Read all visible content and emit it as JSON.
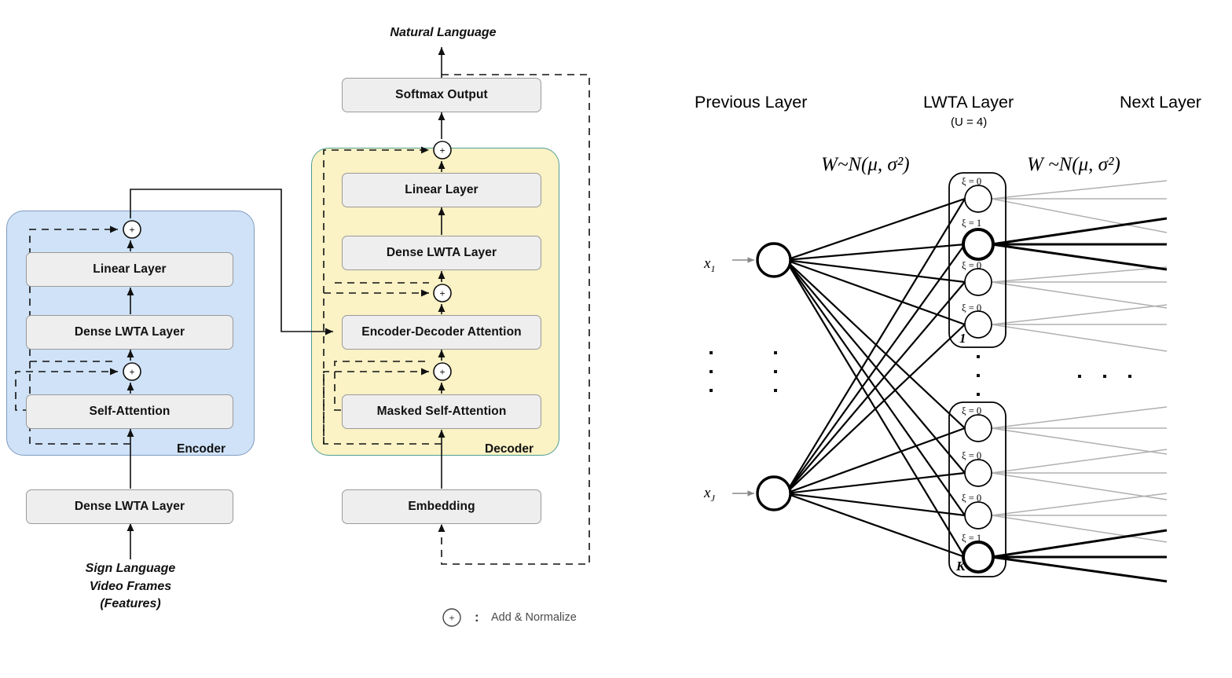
{
  "left_diagram": {
    "title_top": "Natural Language",
    "input_label": "Sign Language\nVideo Frames\n(Features)",
    "input_label_lines": [
      "Sign Language",
      "Video Frames",
      "(Features)"
    ],
    "encoder": {
      "panel_label": "Encoder",
      "panel_color": "#cfe2f7",
      "blocks": [
        {
          "label": "Linear Layer"
        },
        {
          "label": "Dense LWTA Layer"
        },
        {
          "label": "Self-Attention"
        }
      ]
    },
    "decoder": {
      "panel_label": "Decoder",
      "panel_color": "#fbf2c5",
      "blocks": [
        {
          "label": "Linear Layer"
        },
        {
          "label": "Dense LWTA Layer"
        },
        {
          "label": "Encoder-Decoder Attention"
        },
        {
          "label": "Masked Self-Attention"
        }
      ]
    },
    "outside_blocks": {
      "encoder_input": "Dense LWTA Layer",
      "decoder_input": "Embedding",
      "decoder_output": "Softmax Output"
    },
    "legend": {
      "symbol": "+",
      "separator": ":",
      "text": "Add & Normalize"
    }
  },
  "right_diagram": {
    "headers": [
      {
        "label": "Previous Layer",
        "sub": ""
      },
      {
        "label": "LWTA Layer",
        "sub": "(U = 4)"
      },
      {
        "label": "Next Layer",
        "sub": ""
      }
    ],
    "weight_labels": [
      "W~N(μ, σ²)",
      "W ~N(μ, σ²)"
    ],
    "inputs": [
      {
        "label": "x",
        "sub": "1"
      },
      {
        "label": "x",
        "sub": "J"
      }
    ],
    "input_vertical_dots": 3,
    "block_gap_dots": 3,
    "next_layer_dots": 3,
    "lwta_blocks": [
      {
        "name": "1",
        "units": [
          {
            "xi_label": "ξ = 0",
            "winner": false
          },
          {
            "xi_label": "ξ = 1",
            "winner": true
          },
          {
            "xi_label": "ξ = 0",
            "winner": false
          },
          {
            "xi_label": "ξ = 0",
            "winner": false
          }
        ]
      },
      {
        "name": "K",
        "units": [
          {
            "xi_label": "ξ = 0",
            "winner": false
          },
          {
            "xi_label": "ξ = 0",
            "winner": false
          },
          {
            "xi_label": "ξ = 0",
            "winner": false
          },
          {
            "xi_label": "ξ = 1",
            "winner": true
          }
        ]
      }
    ],
    "colors": {
      "winner_edge": "#000000",
      "loser_edge": "#b0b0b0",
      "node_stroke": "#000000"
    }
  }
}
